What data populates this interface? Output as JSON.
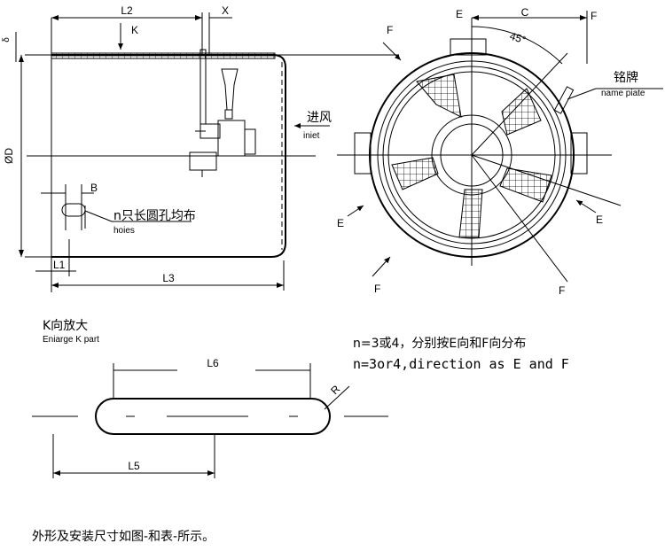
{
  "side_view": {
    "dim_l2": "L2",
    "dim_x": "X",
    "dim_k": "K",
    "dim_delta": "δ",
    "dim_d": "ØD",
    "dim_b": "B",
    "dim_l1": "L1",
    "dim_l3": "L3",
    "inlet_cn": "进风",
    "inlet_en": "iniet",
    "holes_cn": "n只长圆孔均布",
    "holes_en": "hoies"
  },
  "front_view": {
    "dim_c": "C",
    "angle": "45°",
    "plate_cn": "铭牌",
    "plate_en": "name piate",
    "e_top": "E",
    "f_top": "F",
    "f_upper_left": "F",
    "e_left": "E",
    "e_right": "E",
    "f_lower_left": "F",
    "f_lower_right": "F"
  },
  "enlarge": {
    "title_cn": "K向放大",
    "title_en": "Eniarge K part",
    "dim_l6": "L6",
    "dim_l5": "L5",
    "dim_r": "R"
  },
  "notes": {
    "line_cn": "n=3或4，分别按E向和F向分布",
    "line_en": "n=3or4,direction as E and F",
    "footer": "外形及安装尺寸如图-和表-所示。"
  }
}
